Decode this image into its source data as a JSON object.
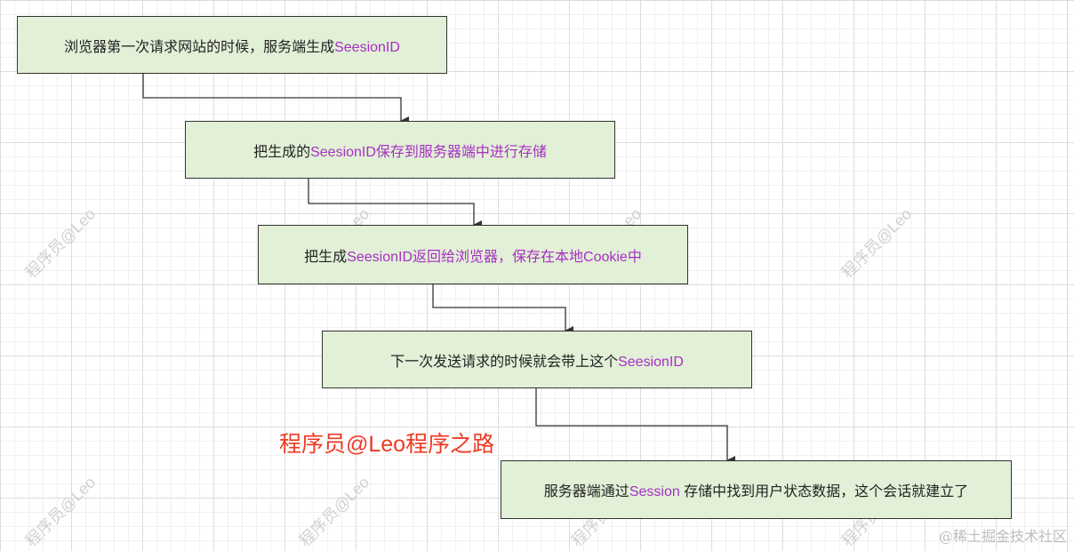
{
  "watermark": "程序员@Leo",
  "steps": [
    {
      "text_a": "浏览器第一次请求网站的时候，服务端生成",
      "text_hl": "SeesionID",
      "text_b": ""
    },
    {
      "text_a": "把生成的",
      "text_hl": "SeesionID保存到服务器端中进行存储",
      "text_b": ""
    },
    {
      "text_a": "把生成",
      "text_hl": "SeesionID返回给浏览器，保存在本地Cookie中",
      "text_b": ""
    },
    {
      "text_a": "下一次发送请求的时候就会带上这个",
      "text_hl": "SeesionID",
      "text_b": ""
    },
    {
      "text_a": "服务器端通过",
      "text_hl": "Session",
      "text_b": " 存储中找到用户状态数据，这个会话就建立了"
    }
  ],
  "title": "程序员@Leo程序之路",
  "attribution": "@稀土掘金技术社区",
  "colors": {
    "box_fill": "#e1f0d6",
    "highlight": "#a92ec6",
    "title": "#ee3a23"
  }
}
